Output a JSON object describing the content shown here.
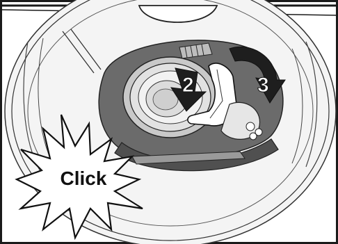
{
  "steps": [
    {
      "label": "2"
    },
    {
      "label": "3"
    }
  ],
  "callout": {
    "label": "Click"
  },
  "colors": {
    "background": "#ffffff",
    "frame": "#1a1a1a",
    "light_gray": "#c9c9c9",
    "mid_gray": "#9a9a9a",
    "dark_gray": "#6b6b6b",
    "darker_gray": "#505050",
    "arrow_fill": "#1e1e1e",
    "outline": "#111111"
  }
}
